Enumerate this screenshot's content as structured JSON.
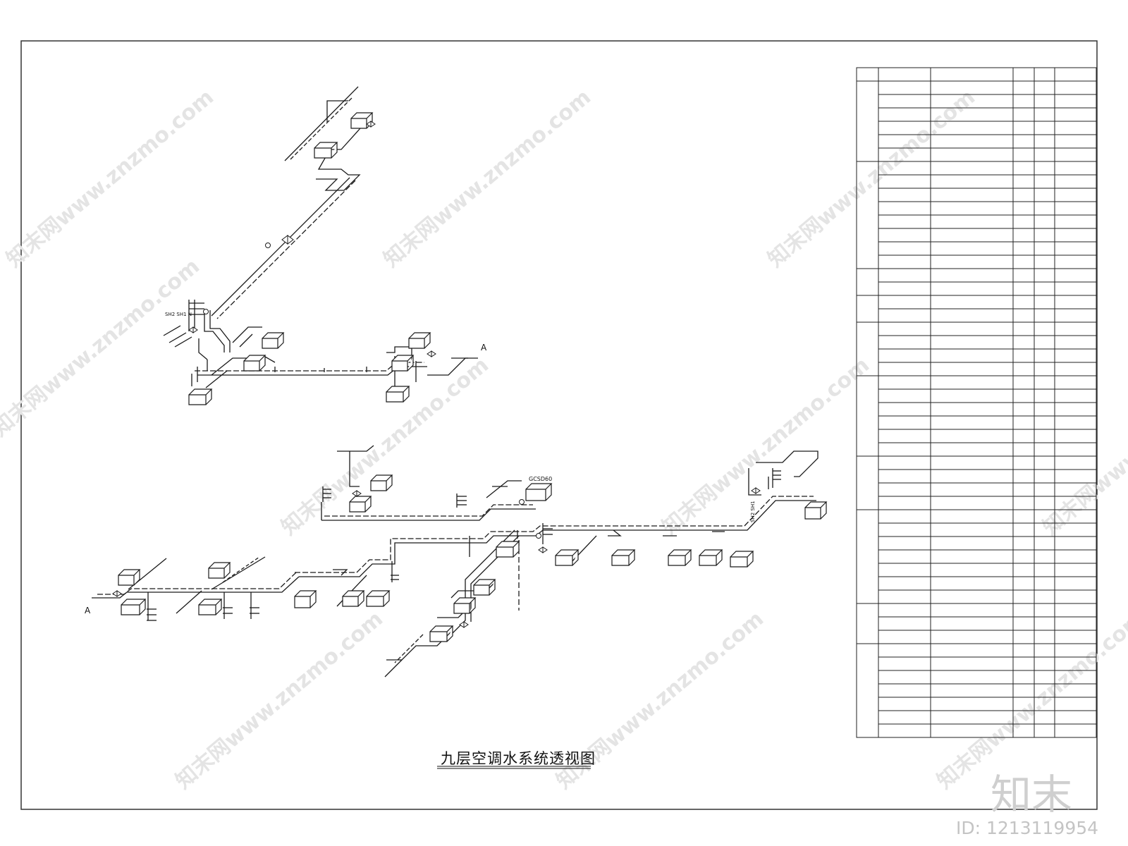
{
  "drawing": {
    "title": "九层空调水系统透视图",
    "brand": "知末",
    "id_label": "ID: 1213119954",
    "watermark": "知末网www.znzmo.com",
    "labels": {
      "section_mark_upper": "A",
      "section_mark_lower": "A",
      "riser_upper": "SH2 SH1 N",
      "riser_right": "SH2 SH1",
      "unit_tag": "GCSD60"
    }
  },
  "colors": {
    "line": "#1a1a1a",
    "watermark": "#e4e4e4"
  }
}
